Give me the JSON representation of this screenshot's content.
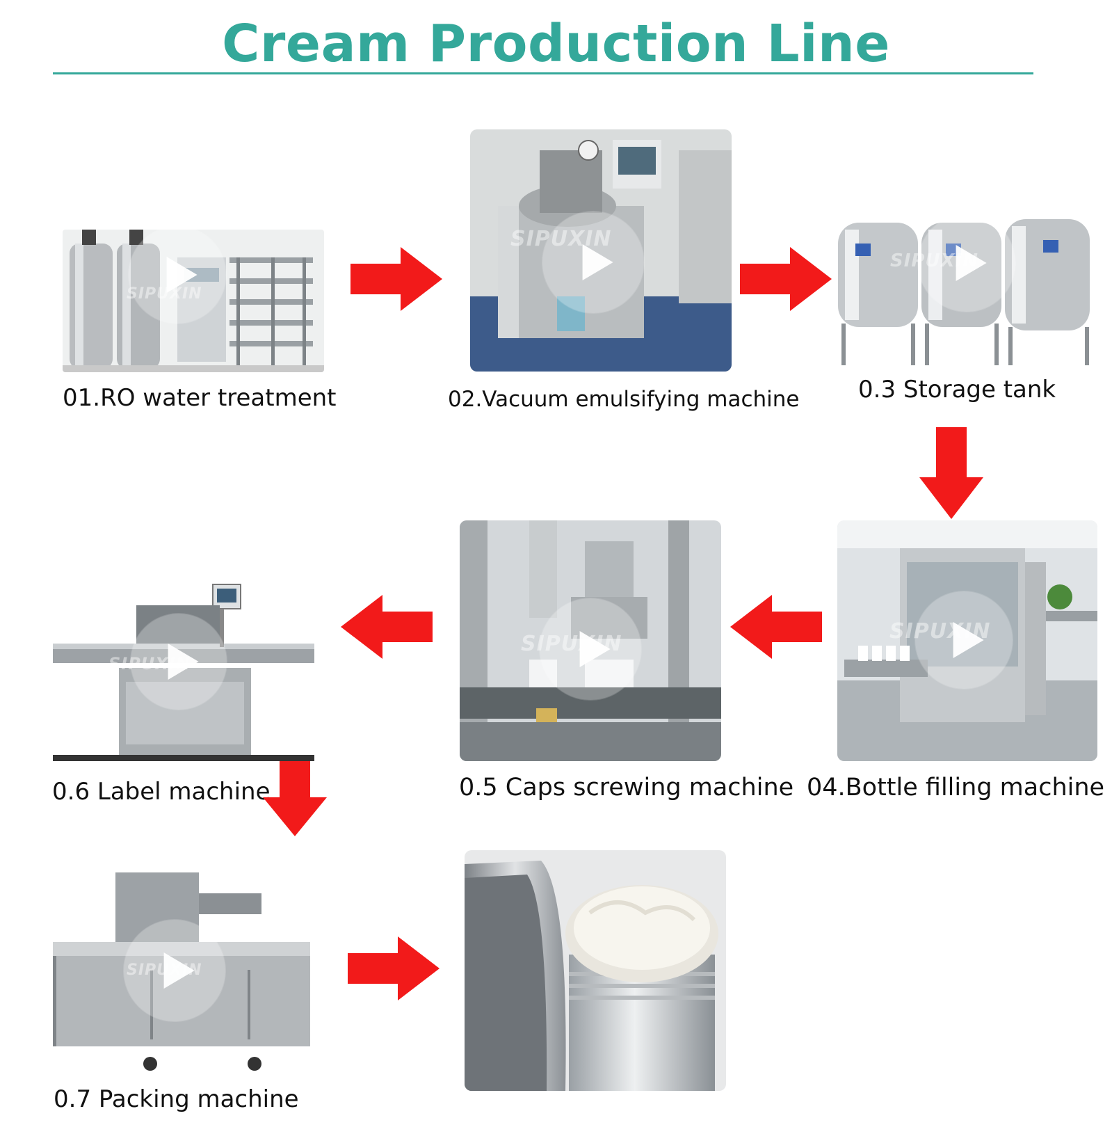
{
  "title": "Cream Production Line",
  "steps": [
    {
      "caption": "01.RO water treatment",
      "icon": "ro-water-treatment-photo"
    },
    {
      "caption": "02.Vacuum emulsifying machine",
      "icon": "vacuum-emulsifying-machine-photo"
    },
    {
      "caption": "0.3 Storage tank",
      "icon": "storage-tank-photo"
    },
    {
      "caption": "04.Bottle filling machine",
      "icon": "bottle-filling-machine-photo"
    },
    {
      "caption": "0.5 Caps screwing machine",
      "icon": "caps-screwing-machine-photo"
    },
    {
      "caption": "0.6 Label machine",
      "icon": "label-machine-photo"
    },
    {
      "caption": "0.7 Packing machine",
      "icon": "packing-machine-photo"
    },
    {
      "caption": "",
      "icon": "cream-jar-photo"
    }
  ],
  "watermark": "SIPUXIN",
  "colors": {
    "title": "#34a89a",
    "arrow": "#f21a1a",
    "caption": "#111111"
  }
}
